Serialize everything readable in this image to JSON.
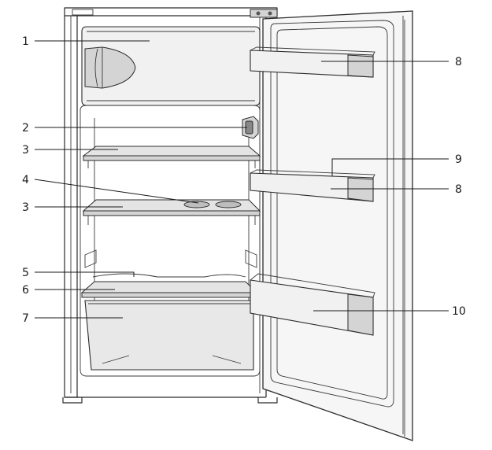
{
  "callouts": [
    {
      "id": "1",
      "label": "1"
    },
    {
      "id": "2",
      "label": "2"
    },
    {
      "id": "3a",
      "label": "3"
    },
    {
      "id": "4",
      "label": "4"
    },
    {
      "id": "3b",
      "label": "3"
    },
    {
      "id": "5",
      "label": "5"
    },
    {
      "id": "6",
      "label": "6"
    },
    {
      "id": "7",
      "label": "7"
    },
    {
      "id": "8a",
      "label": "8"
    },
    {
      "id": "9",
      "label": "9"
    },
    {
      "id": "8b",
      "label": "8"
    },
    {
      "id": "10",
      "label": "10"
    }
  ]
}
